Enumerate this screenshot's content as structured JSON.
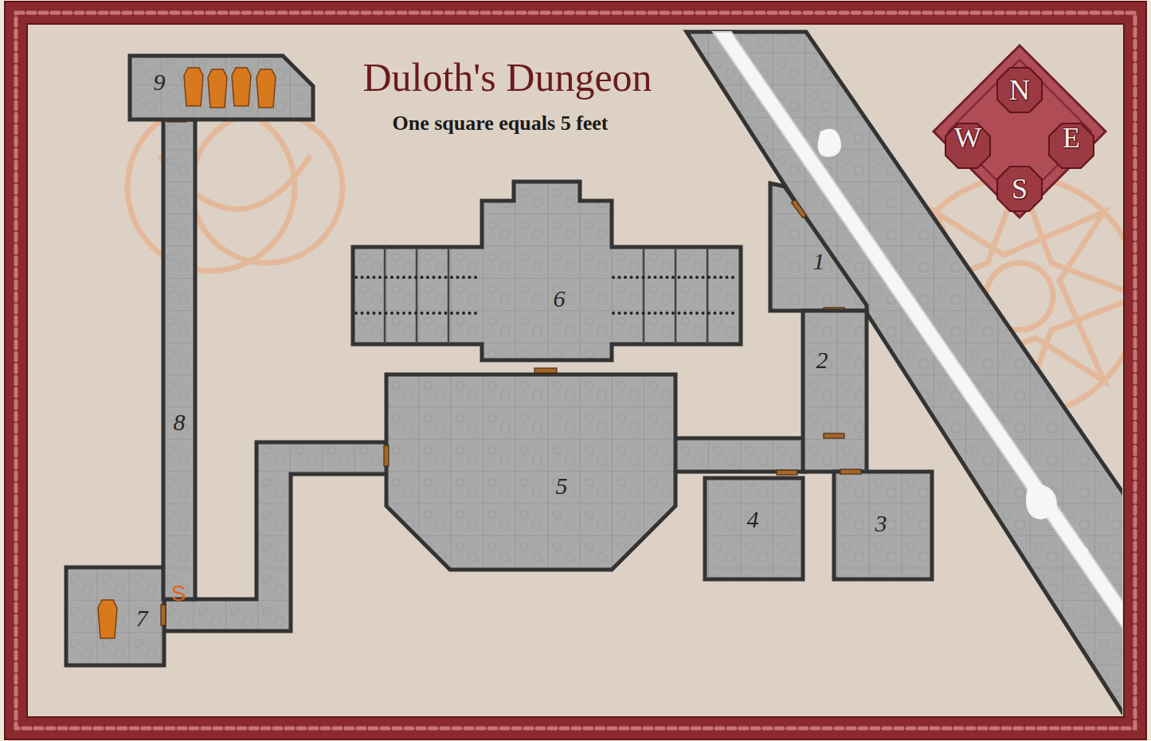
{
  "diagram": {
    "title": "Duloth's Dungeon",
    "caption": "One square equals 5 feet",
    "nodes": [
      {
        "text": [
          "1"
        ]
      },
      {
        "text": [
          "2"
        ]
      },
      {
        "text": [
          "3"
        ]
      },
      {
        "text": [
          "4"
        ]
      },
      {
        "text": [
          "5"
        ]
      },
      {
        "text": [
          "6"
        ]
      },
      {
        "text": [
          "7"
        ]
      },
      {
        "text": [
          "8"
        ]
      },
      {
        "text": [
          "9"
        ]
      }
    ],
    "labels": [
      "S",
      "N",
      "W",
      "E",
      "S"
    ]
  }
}
